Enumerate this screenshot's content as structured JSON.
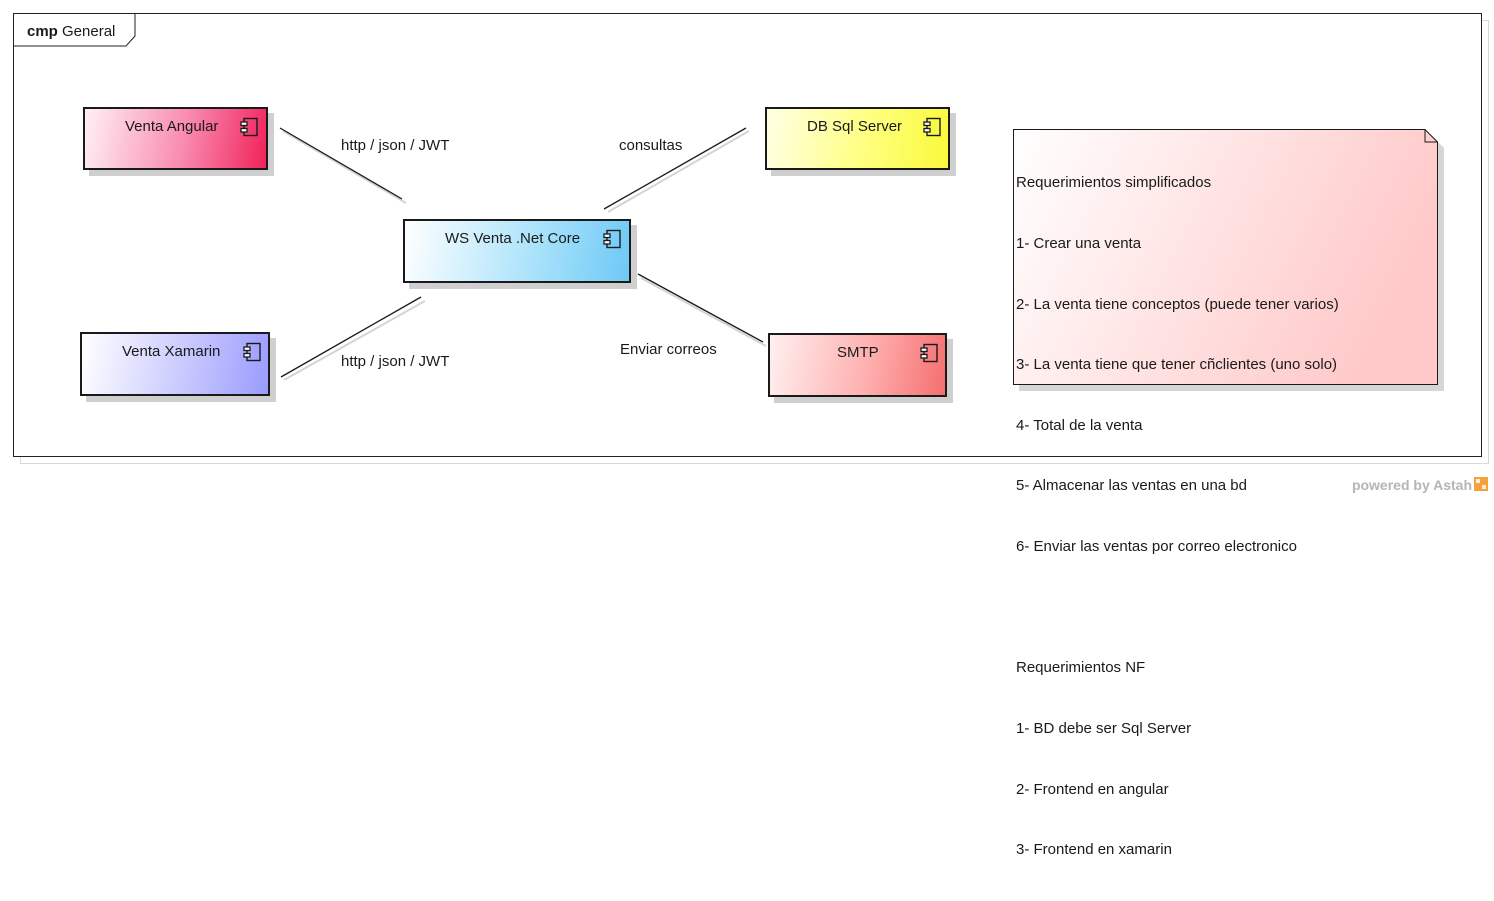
{
  "frame": {
    "keyword": "cmp",
    "name": "General"
  },
  "components": {
    "angular": "Venta Angular",
    "xamarin": "Venta Xamarin",
    "ws": "WS Venta .Net Core",
    "db": "DB Sql Server",
    "smtp": "SMTP"
  },
  "connectors": {
    "angular_ws": "http / json / JWT",
    "xamarin_ws": "http / json / JWT",
    "ws_db": "consultas",
    "ws_smtp": "Enviar correos"
  },
  "note": {
    "lines": [
      "Requerimientos simplificados",
      "1- Crear una venta",
      "2- La venta tiene conceptos (puede tener varios)",
      "3- La venta tiene que tener cñclientes (uno solo)",
      "4- Total de la venta",
      "5- Almacenar las ventas en una bd",
      "6- Enviar las ventas por correo electronico",
      "",
      "Requerimientos NF",
      "1- BD debe ser Sql Server",
      "2- Frontend en angular",
      "3- Frontend en xamarin"
    ]
  },
  "watermark": {
    "text": "powered by Astah"
  }
}
